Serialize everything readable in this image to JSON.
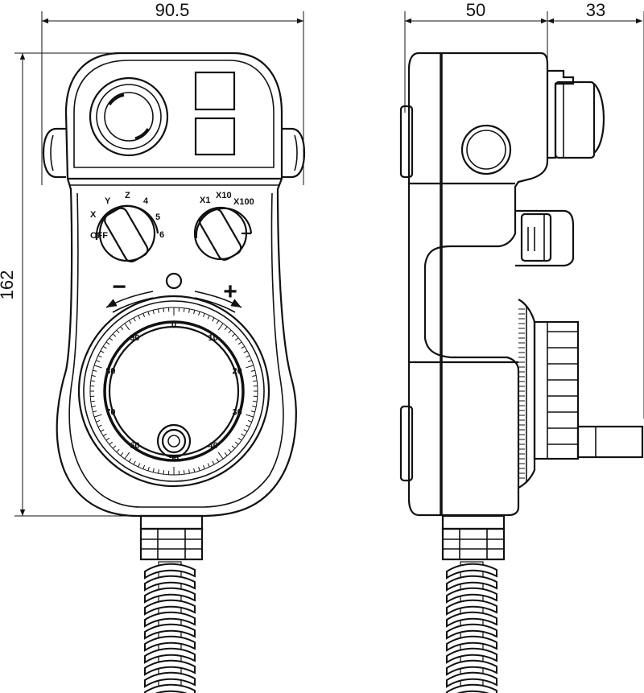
{
  "dimensions": {
    "front_width": "90.5",
    "height": "162",
    "side_depth": "50",
    "side_protrusion": "33"
  },
  "mpg_wheel": {
    "scale_labels": [
      "0",
      "10",
      "20",
      "30",
      "40",
      "50",
      "60",
      "70",
      "80",
      "90"
    ],
    "minus_symbol": "−",
    "plus_symbol": "+"
  },
  "axis_selector": {
    "labels": [
      "OFF",
      "X",
      "Y",
      "Z",
      "4",
      "5",
      "6"
    ]
  },
  "step_selector": {
    "labels": [
      "X1",
      "X10",
      "X100"
    ]
  },
  "colors": {
    "line": "#111111",
    "background": "#ffffff"
  }
}
